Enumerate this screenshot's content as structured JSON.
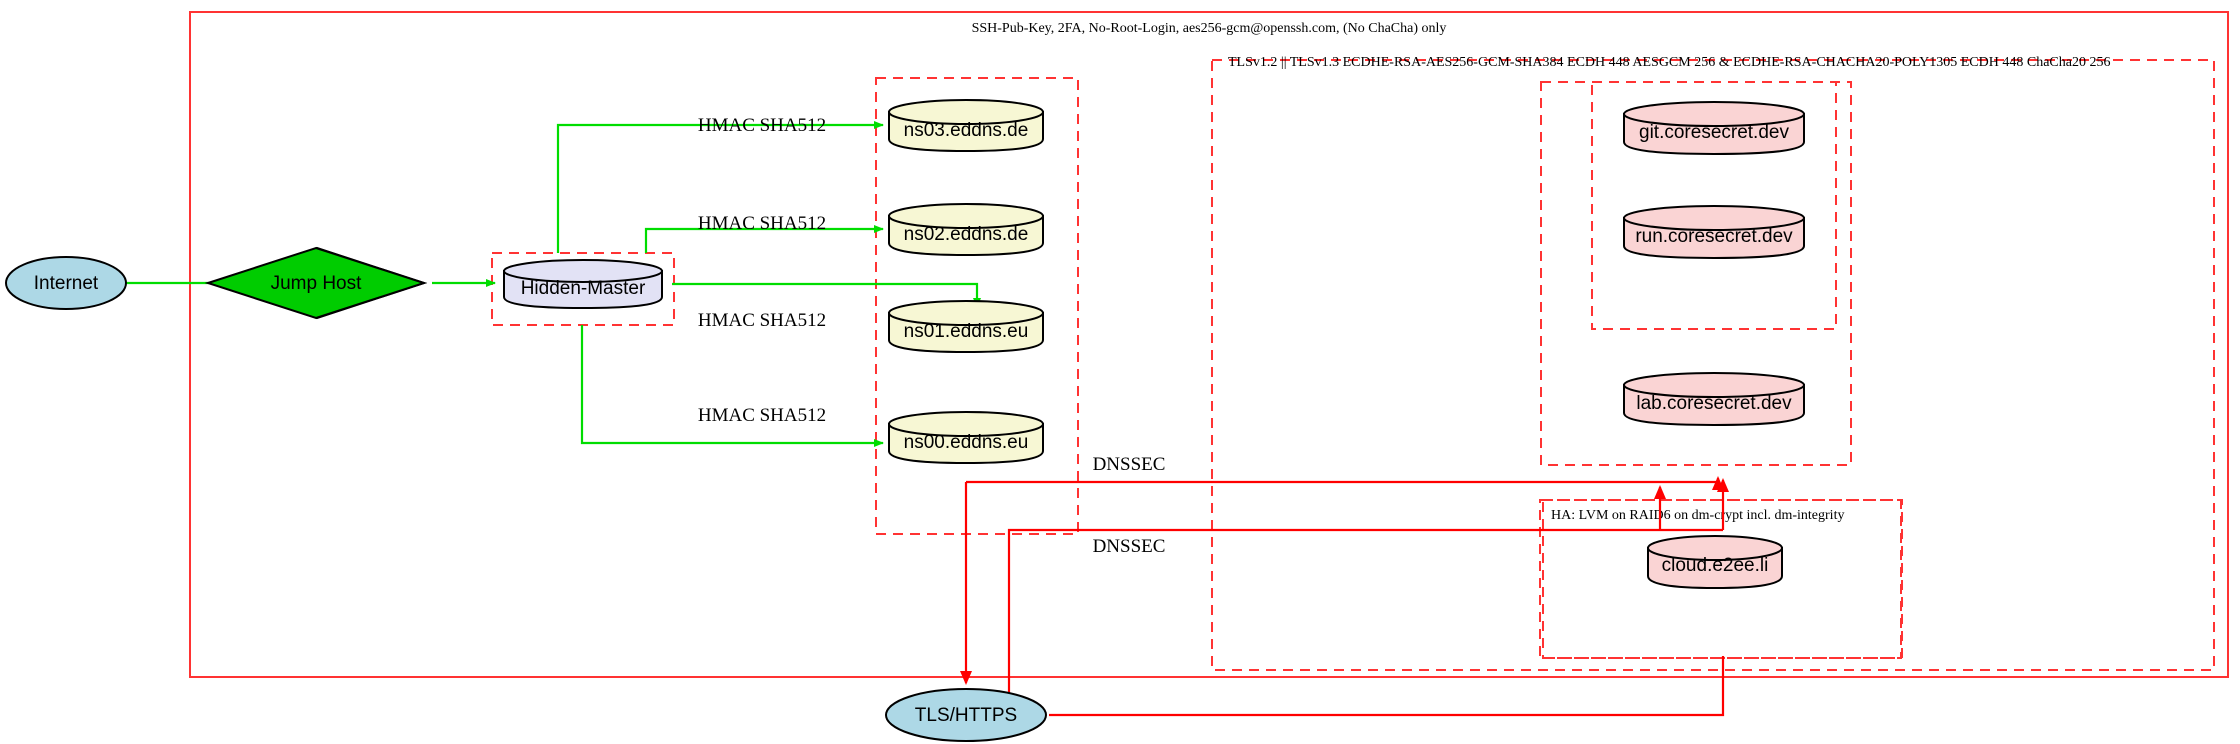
{
  "diagram": {
    "title_annotations": {
      "ssh_policy": "SSH-Pub-Key, 2FA, No-Root-Login, aes256-gcm@openssh.com, (No ChaCha) only",
      "tls_policy": "TLSv1.2 || TLSv1.3 ECDHE-RSA-AES256-GCM-SHA384 ECDH 448 AESGCM 256 & ECDHE-RSA-CHACHA20-POLY1305 ECDH 448 ChaCha20 256",
      "ha_policy": "HA: LVM on RAID6 on dm-crypt incl. dm-integrity"
    },
    "nodes": {
      "internet": {
        "label": "Internet",
        "shape": "ellipse",
        "fill": "#add8e6"
      },
      "jump_host": {
        "label": "Jump Host",
        "shape": "diamond",
        "fill": "#00cc00"
      },
      "hidden_master": {
        "label": "Hidden-Master",
        "shape": "cylinder",
        "fill": "#e2e2f5"
      },
      "ns03": {
        "label": "ns03.eddns.de",
        "shape": "cylinder",
        "fill": "#f7f7d4"
      },
      "ns02": {
        "label": "ns02.eddns.de",
        "shape": "cylinder",
        "fill": "#f7f7d4"
      },
      "ns01": {
        "label": "ns01.eddns.eu",
        "shape": "cylinder",
        "fill": "#f7f7d4"
      },
      "ns00": {
        "label": "ns00.eddns.eu",
        "shape": "cylinder",
        "fill": "#f7f7d4"
      },
      "git": {
        "label": "git.coresecret.dev",
        "shape": "cylinder",
        "fill": "#fad4d4"
      },
      "run": {
        "label": "run.coresecret.dev",
        "shape": "cylinder",
        "fill": "#fad4d4"
      },
      "lab": {
        "label": "lab.coresecret.dev",
        "shape": "cylinder",
        "fill": "#fad4d4"
      },
      "cloud": {
        "label": "cloud.e2ee.li",
        "shape": "cylinder",
        "fill": "#fad4d4"
      },
      "tls_https": {
        "label": "TLS/HTTPS",
        "shape": "ellipse",
        "fill": "#add8e6"
      }
    },
    "edge_labels": {
      "hmac_ns03": "HMAC SHA512",
      "hmac_ns02": "HMAC SHA512",
      "hmac_ns01": "HMAC SHA512",
      "hmac_ns00": "HMAC SHA512",
      "dnssec_upper": "DNSSEC",
      "dnssec_lower": "DNSSEC"
    },
    "colors": {
      "green_edge": "#00dd00",
      "red_edge": "#ff0000",
      "cluster_border": "#ff3333",
      "dns_fill": "#f7f7d4",
      "service_fill": "#fad4d4",
      "endpoint_fill": "#add8e6",
      "jump_fill": "#00cc00",
      "master_fill": "#e2e2f5"
    }
  }
}
